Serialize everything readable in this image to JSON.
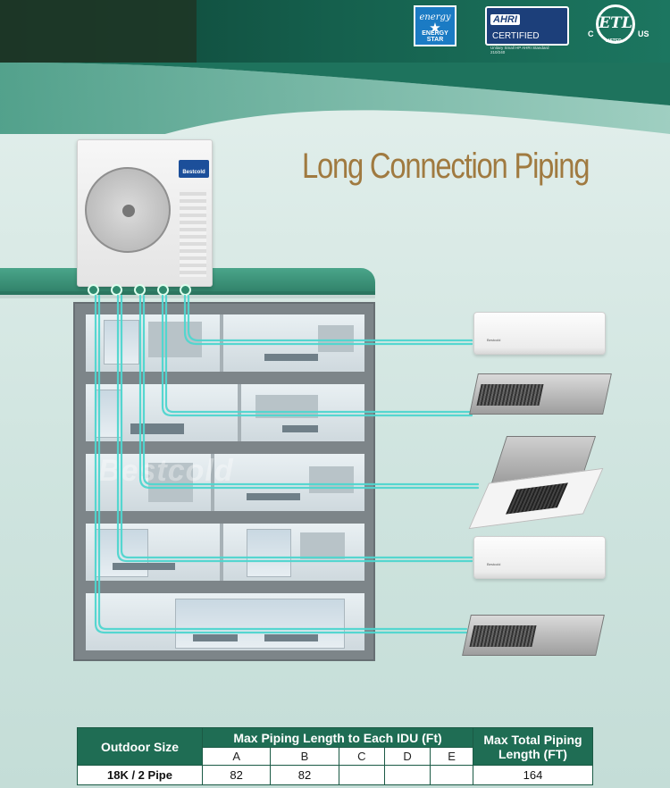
{
  "badges": {
    "energy_star": {
      "script": "energy",
      "label": "ENERGY STAR"
    },
    "ahri": {
      "logo": "AHRI",
      "label": "CERTIFIED",
      "fine_print": "Unitary Small HP AHRI Standard 210/240"
    },
    "etl": {
      "mark": "ETL",
      "left": "C",
      "right": "US",
      "listed": "LISTED"
    }
  },
  "title": "Long Connection Piping",
  "outdoor_unit": {
    "brand": "Bestcold"
  },
  "watermark": "Bestcold",
  "indoor_units": [
    {
      "type": "wall-mounted",
      "brand": "Bestcold"
    },
    {
      "type": "ducted"
    },
    {
      "type": "cassette"
    },
    {
      "type": "wall-mounted",
      "brand": "Bestcold"
    },
    {
      "type": "ducted"
    }
  ],
  "table": {
    "header_outdoor": "Outdoor Size",
    "header_max_each": "Max Piping Length to Each IDU (Ft)",
    "header_total": "Max Total Piping Length (FT)",
    "columns": [
      "A",
      "B",
      "C",
      "D",
      "E"
    ],
    "rows": [
      {
        "size": "18K / 2 Pipe",
        "values": [
          "82",
          "82",
          "",
          "",
          ""
        ],
        "total": "164"
      }
    ]
  },
  "colors": {
    "brand_green": "#1f6d54",
    "title_gold": "#a07a40",
    "pipe": "#4fd6cf"
  }
}
